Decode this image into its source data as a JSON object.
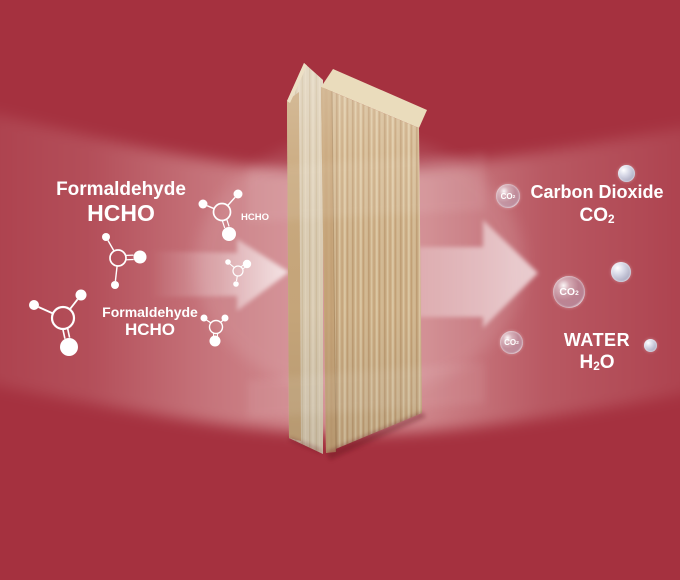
{
  "illustration": {
    "description_theme": {
      "background_color": "#A5313F",
      "beam_tint": "#FFE7E2",
      "wood_base_color": "#D3B78F",
      "bubble_tint": "#AEB9CC",
      "text_color": "#FFFFFF"
    },
    "left": {
      "formaldehyde_primary": {
        "name": "Formaldehyde",
        "formula": "HCHO"
      },
      "formaldehyde_secondary": {
        "name": "Formaldehyde",
        "formula": "HCHO"
      },
      "molecule_tag": "HCHO"
    },
    "right": {
      "carbon_dioxide": {
        "name": "Carbon Dioxide",
        "formula_pre": "CO",
        "formula_sub": "2"
      },
      "water": {
        "name": "WATER",
        "formula_pre": "H",
        "formula_sub": "2",
        "formula_post": "O"
      },
      "bubble_label_pre": "CO",
      "bubble_label_sub": "2"
    }
  }
}
